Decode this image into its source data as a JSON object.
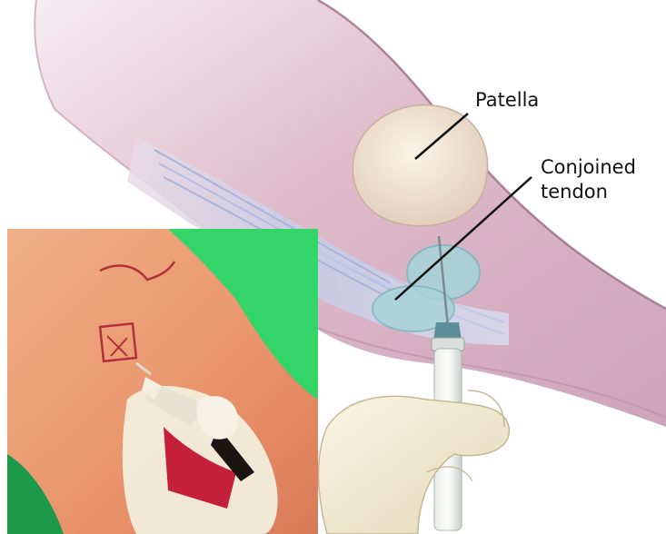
{
  "labels": {
    "patella": "Patella",
    "conjoined_line1": "Conjoined",
    "conjoined_line2": "tendon"
  },
  "colors": {
    "skin_illustration": "#d9b3c4",
    "tendon": "#c9d2ea",
    "patella": "#f0e6d4",
    "bursa": "#a9d6dc",
    "glove": "#f2ead2",
    "photo_skin": "#e89a6e",
    "photo_drape": "#3ad66a",
    "marker_ink": "#b0303c"
  },
  "icons": [
    "needle-icon",
    "syringe-icon",
    "gloved-hand-icon"
  ]
}
